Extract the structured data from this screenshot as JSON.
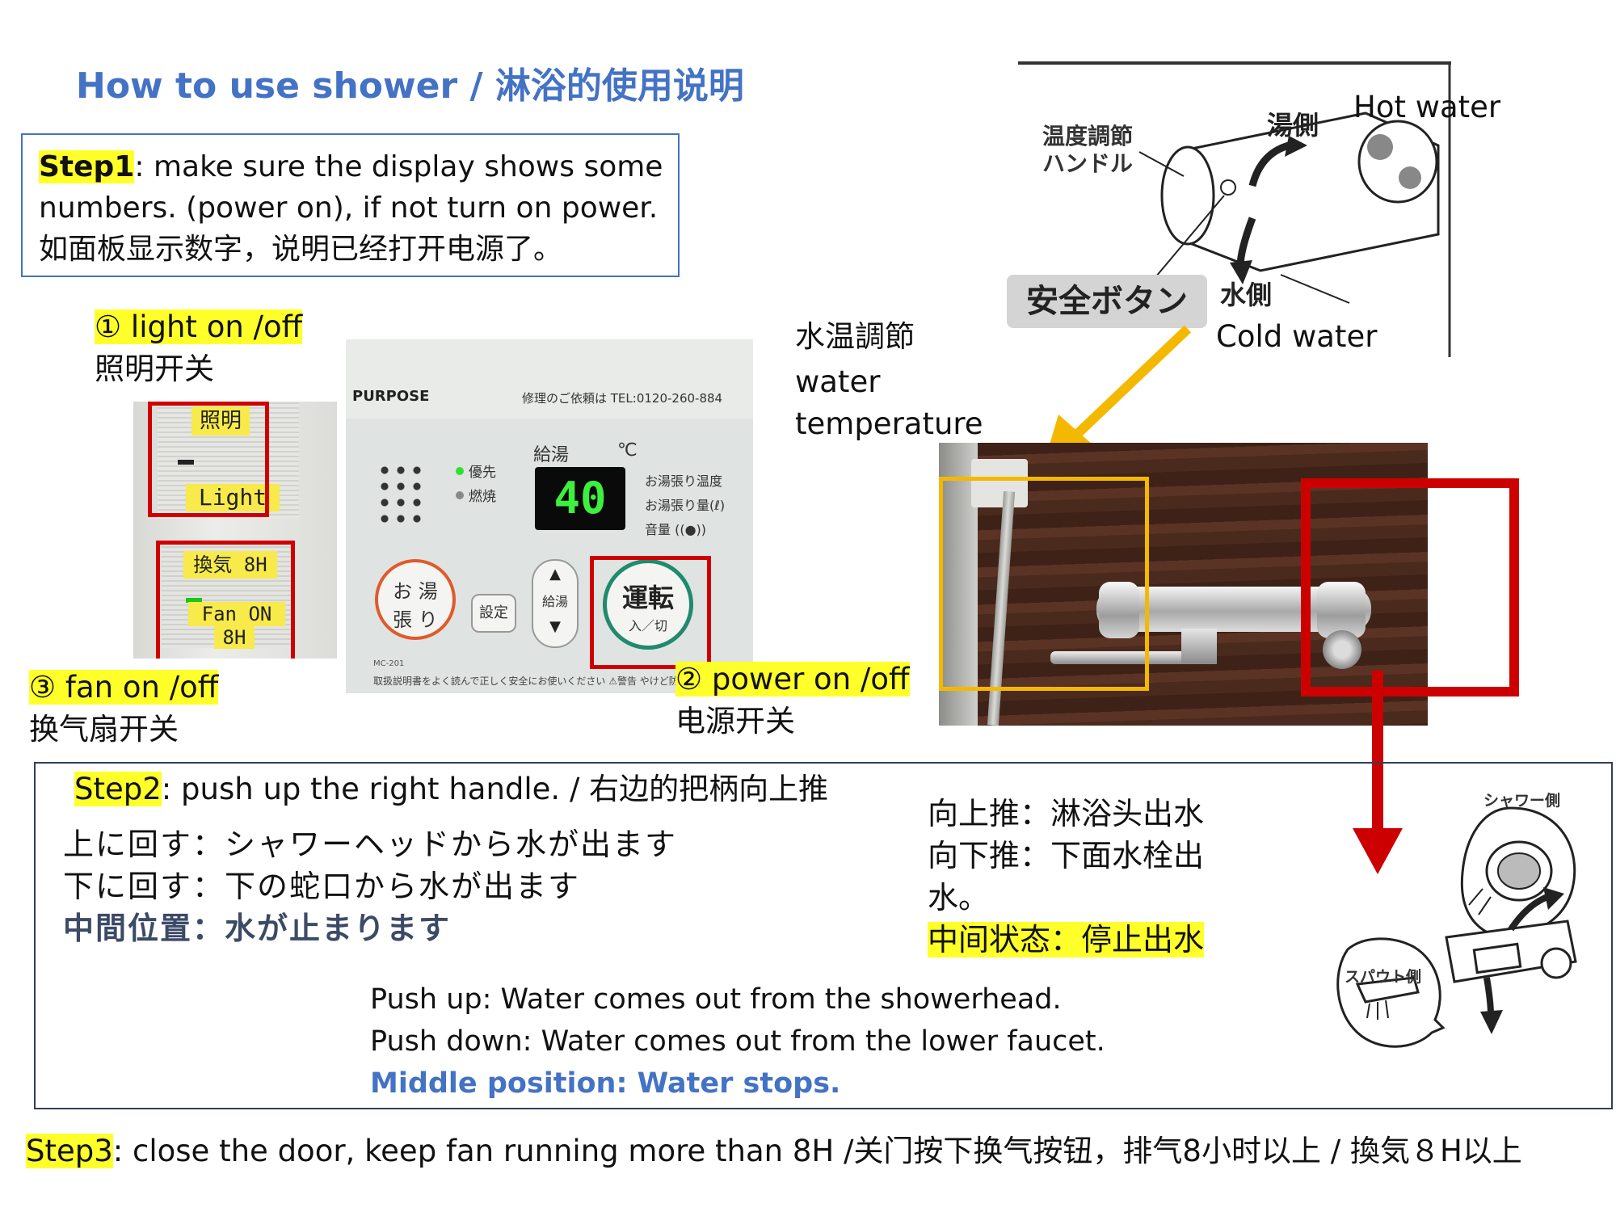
{
  "title": "How to use shower / 淋浴的使用说明",
  "step1": {
    "label": "Step1",
    "line1": ": make sure the display shows some",
    "line2": "numbers. (power on), if not turn on power.",
    "line3": "如面板显示数字，说明已经打开电源了。"
  },
  "light_switch": {
    "label_en": "① light on /off",
    "label_zh": "照明开关",
    "tag_top": "照明",
    "tag_bottom": "Light"
  },
  "fan_switch": {
    "label_en": "③ fan on /off",
    "label_zh": "换气扇开关",
    "tag_top": "換気 8H",
    "tag_bottom1": "Fan ON",
    "tag_bottom2": "8H"
  },
  "control_panel": {
    "brand": "PURPOSE",
    "repair": "修理のご依頼は TEL:0120-260-884",
    "kyuto": "給湯",
    "celsius": "℃",
    "display": "40",
    "yusen": "優先",
    "nensho": "燃焼",
    "menu1": "お湯張り温度",
    "menu2": "お湯張り量(ℓ)",
    "menu3": "音量 ((●))",
    "oyu_top": "お 湯",
    "oyu_bottom": "張 り",
    "settei": "設定",
    "kyuto_btn": "給湯",
    "unten": "運転",
    "unten_sub": "入／切",
    "model": "MC-201",
    "warning": "取扱説明書をよく読んで正しく安全にお使いください ⚠警告 やけど防止のため"
  },
  "power_label": {
    "en": "② power on /off",
    "zh": "电源开关"
  },
  "water_temp": {
    "jp": "水温調節",
    "en1": "water",
    "en2": "temperature"
  },
  "faucet_diagram": {
    "handle_label1": "温度調節",
    "handle_label2": "ハンドル",
    "hot_jp": "湯側",
    "hot_en": "Hot water",
    "cold_jp": "水側",
    "cold_en": "Cold water",
    "safety": "安全ボタン"
  },
  "step2": {
    "label": "Step2",
    "text": ": push up the right handle. / 右边的把柄向上推",
    "jp1": "上に回す：シャワーヘッドから水が出ます",
    "jp2": "下に回す：下の蛇口から水が出ます",
    "jp3": "中間位置：水が止まります",
    "zh1": "向上推：淋浴头出水",
    "zh2": "向下推：下面水栓出",
    "zh3": "水。",
    "zh4": "中间状态：停止出水",
    "en1": "Push up: Water comes out from the showerhead.",
    "en2": "Push down: Water comes out from the lower faucet.",
    "en3": "Middle position: Water stops.",
    "shower_side": "シャワー側",
    "spout_side": "スパウト側"
  },
  "step3": {
    "label": "Step3",
    "text": ": close the door, keep fan running more than 8H /关门按下换气按钮，排气8小时以上 / 換気８H以上"
  },
  "colors": {
    "accent": "#4472c4",
    "highlight": "#ffff2a",
    "red_box": "#cc0000",
    "orange_box": "#f5b800"
  }
}
